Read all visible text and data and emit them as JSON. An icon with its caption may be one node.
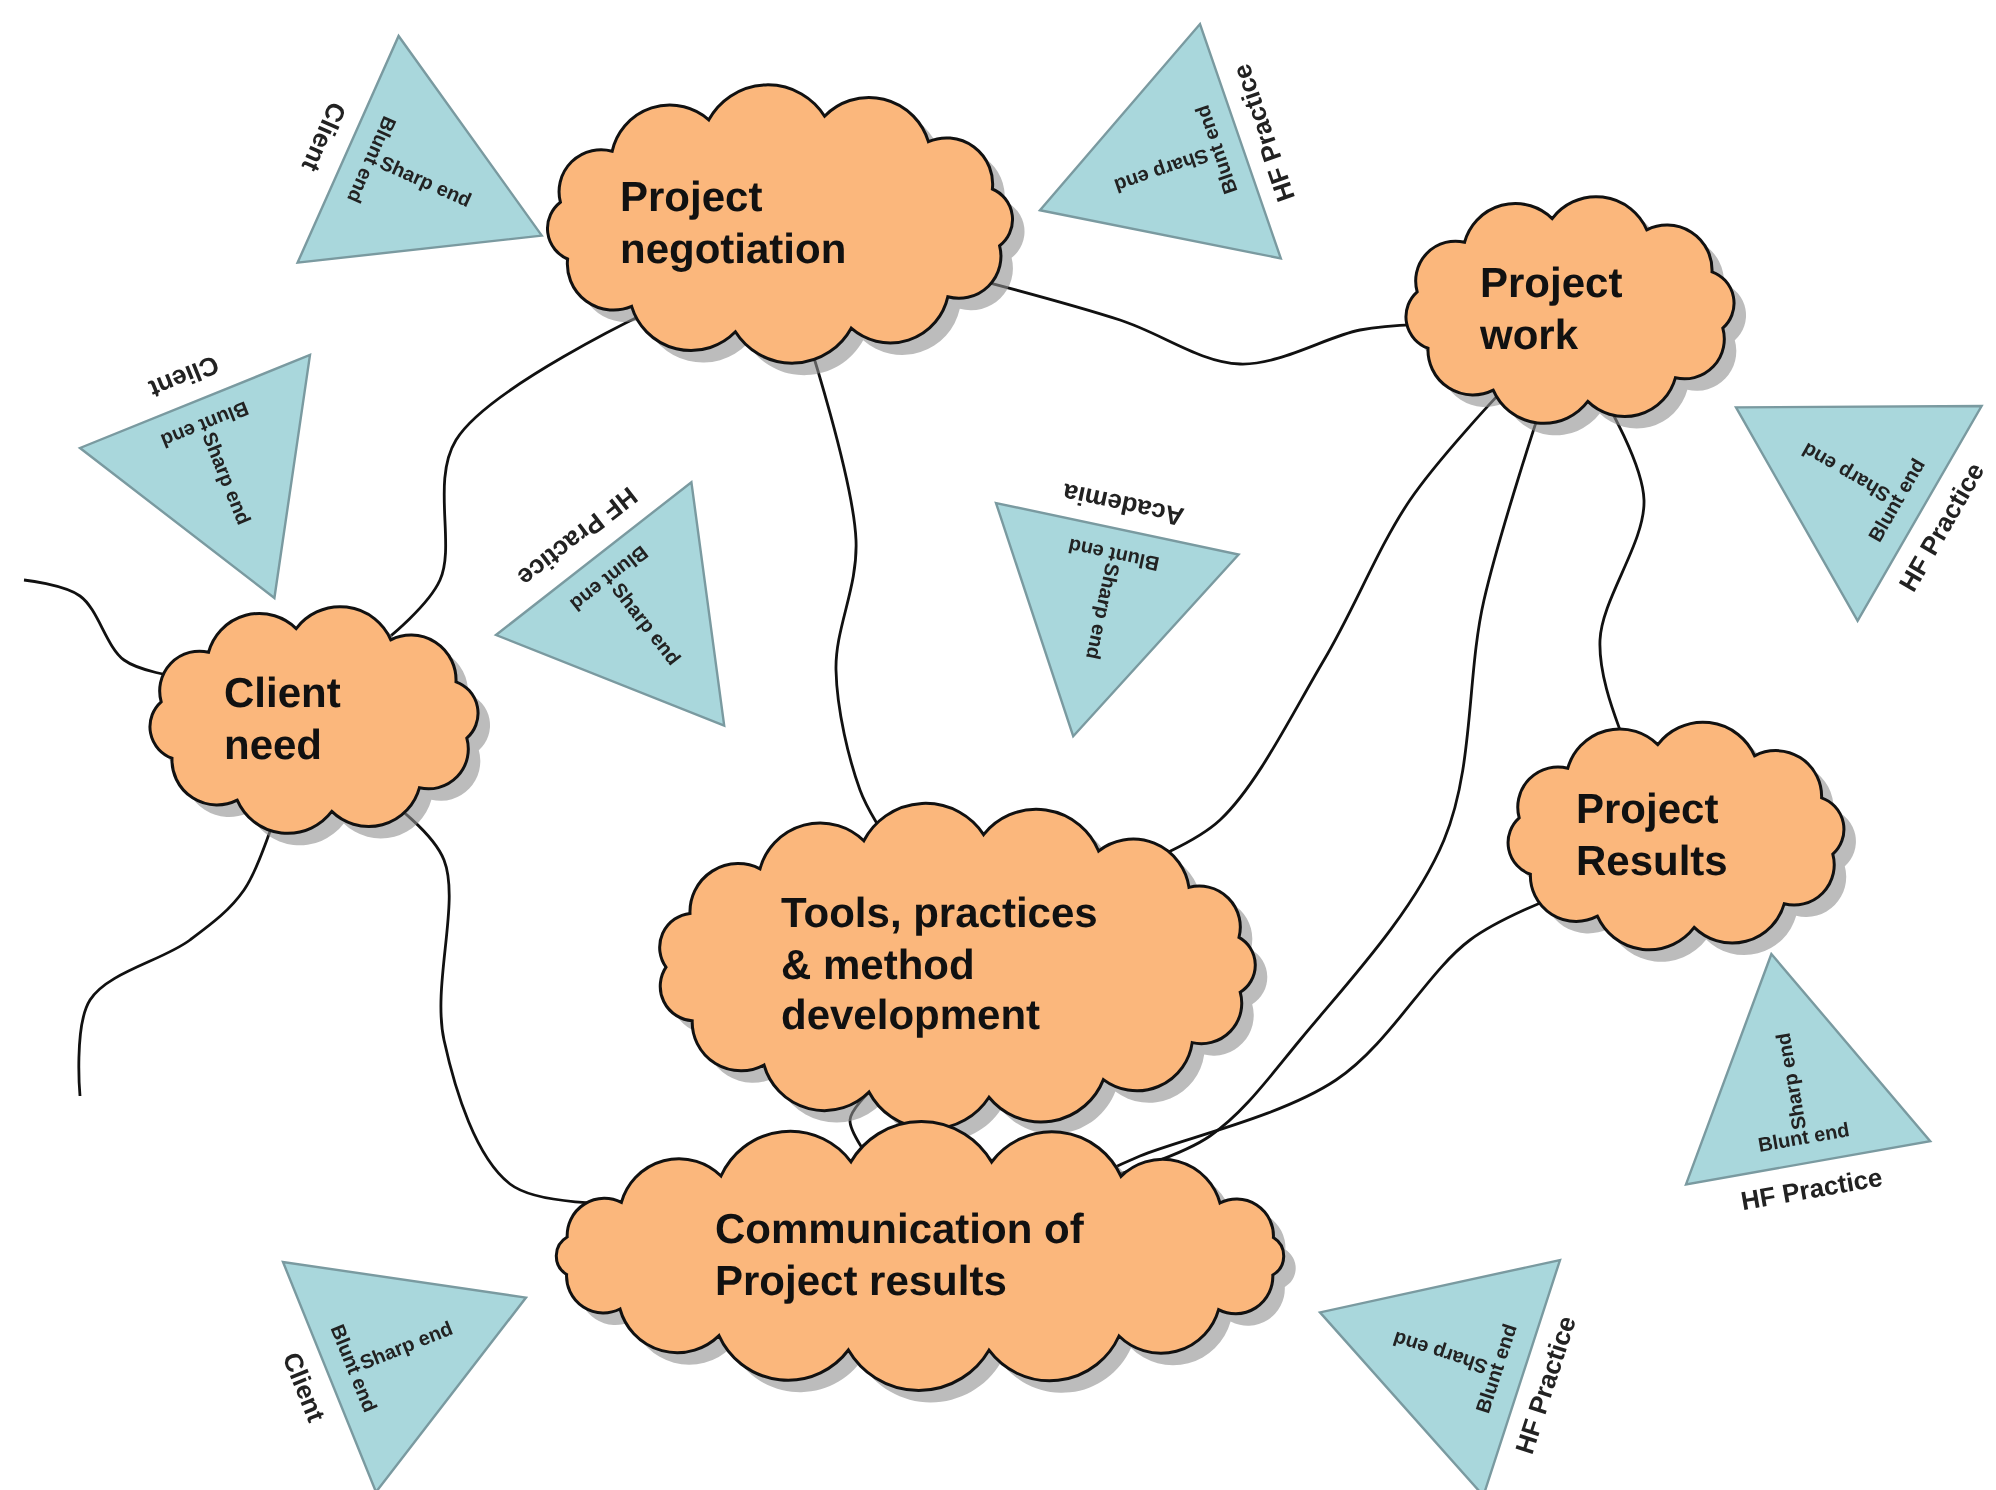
{
  "diagram": {
    "nodes": [
      {
        "text": [
          "Project negotiation"
        ]
      },
      {
        "text": [
          "Project work"
        ]
      },
      {
        "text": [
          "Client need"
        ]
      },
      {
        "text": [
          "Tools, practices & method development"
        ]
      },
      {
        "text": [
          "Project Results"
        ]
      },
      {
        "text": [
          "Communication of Project results"
        ]
      },
      {
        "text": [
          "Sharp end",
          "Blunt end",
          "Client"
        ]
      },
      {
        "text": [
          "Sharp end",
          "Blunt end",
          "HF Practice"
        ]
      },
      {
        "text": [
          "Sharp end",
          "Blunt end",
          "Client"
        ]
      },
      {
        "text": [
          "Sharp end",
          "Blunt end",
          "HF Practice"
        ]
      },
      {
        "text": [
          "Sharp end",
          "Blunt end",
          "Academia"
        ]
      },
      {
        "text": [
          "Sharp end",
          "Blunt end",
          "HF Practice"
        ]
      },
      {
        "text": [
          "Sharp end",
          "Blunt end",
          "HF Practice"
        ]
      },
      {
        "text": [
          "Sharp end",
          "Blunt end",
          "Client"
        ]
      },
      {
        "text": [
          "Sharp end",
          "Blunt end",
          "HF Practice"
        ]
      }
    ],
    "edges": [
      {
        "from": 2,
        "to": 0,
        "arrow": "none"
      },
      {
        "from": null,
        "to": 2,
        "arrow": "none"
      },
      {
        "from": 2,
        "to": null,
        "arrow": "none"
      },
      {
        "from": 2,
        "to": 5,
        "arrow": "none"
      },
      {
        "from": 0,
        "to": 3,
        "arrow": "none"
      },
      {
        "from": 0,
        "to": 1,
        "arrow": "none"
      },
      {
        "from": 1,
        "to": 3,
        "arrow": "none"
      },
      {
        "from": 1,
        "to": 5,
        "arrow": "none"
      },
      {
        "from": 1,
        "to": 4,
        "arrow": "none"
      },
      {
        "from": 3,
        "to": 5,
        "arrow": "none"
      },
      {
        "from": 4,
        "to": 5,
        "arrow": "none"
      }
    ]
  }
}
